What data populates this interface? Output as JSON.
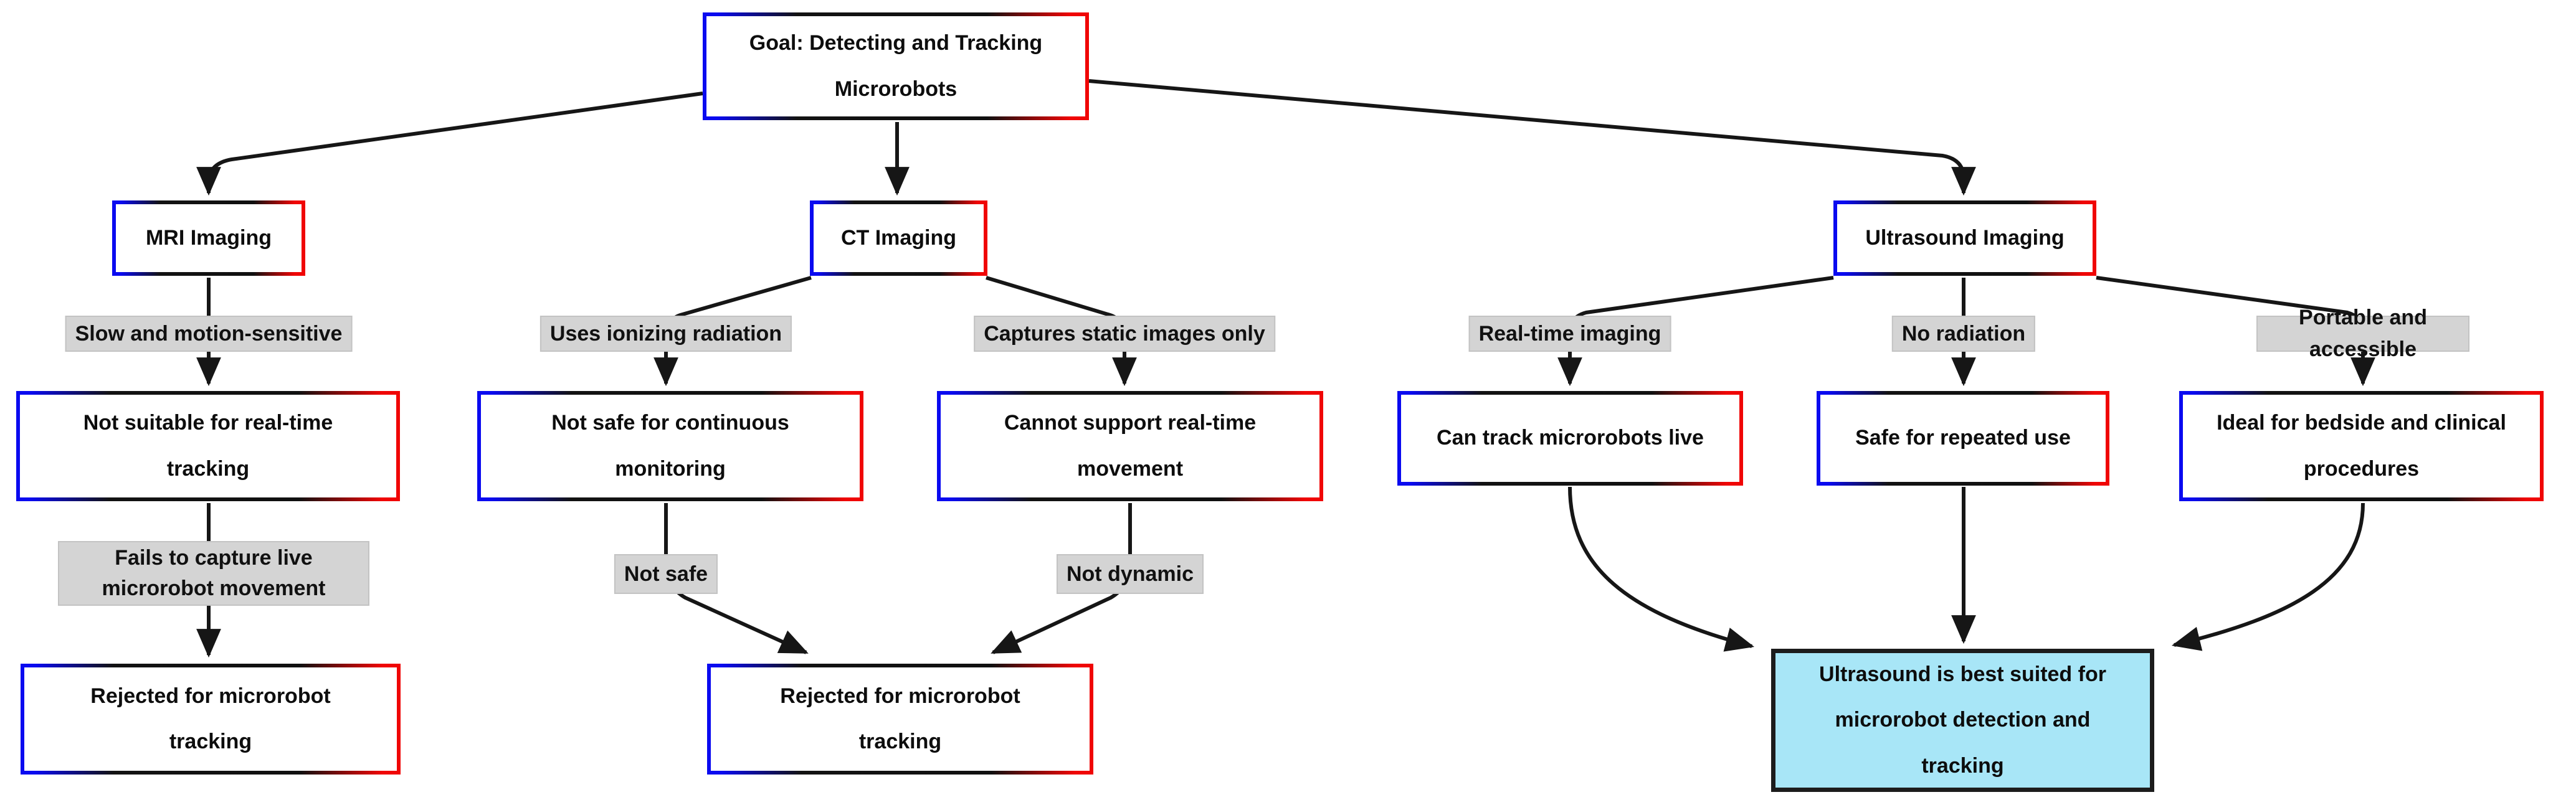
{
  "diagram": {
    "nodes": {
      "goal": {
        "label": "Goal: Detecting and Tracking\nMicrorobots"
      },
      "mri": {
        "label": "MRI Imaging"
      },
      "ct": {
        "label": "CT Imaging"
      },
      "us": {
        "label": "Ultrasound Imaging"
      },
      "mri_c1": {
        "label": "Not suitable for real-time\ntracking"
      },
      "ct_c1": {
        "label": "Not safe for continuous\nmonitoring"
      },
      "ct_c2": {
        "label": "Cannot support real-time\nmovement"
      },
      "us_c1": {
        "label": "Can track microrobots live"
      },
      "us_c2": {
        "label": "Safe for repeated use"
      },
      "us_c3": {
        "label": "Ideal for bedside and clinical\nprocedures"
      },
      "mri_rej": {
        "label": "Rejected for microrobot\ntracking"
      },
      "ct_rej": {
        "label": "Rejected for microrobot\ntracking"
      },
      "final": {
        "label": "Ultrasound is best suited for\nmicrorobot detection and\ntracking"
      }
    },
    "edge_labels": {
      "mri": {
        "label": "Slow and motion-sensitive",
        "edge": "mri to mri_c1"
      },
      "mri2": {
        "label": "Fails to capture live\nmicrorobot movement",
        "edge": "mri_c1 to mri_rej"
      },
      "ct1": {
        "label": "Uses ionizing radiation",
        "edge": "ct to ct_c1"
      },
      "ct2": {
        "label": "Captures static images only",
        "edge": "ct to ct_c2"
      },
      "ct1b": {
        "label": "Not safe",
        "edge": "ct_c1 to ct_rej"
      },
      "ct2b": {
        "label": "Not dynamic",
        "edge": "ct_c2 to ct_rej"
      },
      "us1": {
        "label": "Real-time imaging",
        "edge": "us to us_c1"
      },
      "us2": {
        "label": "No radiation",
        "edge": "us to us_c2"
      },
      "us3": {
        "label": "Portable and accessible",
        "edge": "us to us_c3"
      }
    },
    "edges": [
      {
        "from": "goal",
        "to": "mri"
      },
      {
        "from": "goal",
        "to": "ct"
      },
      {
        "from": "goal",
        "to": "us"
      },
      {
        "from": "mri",
        "to": "mri_c1"
      },
      {
        "from": "mri_c1",
        "to": "mri_rej"
      },
      {
        "from": "ct",
        "to": "ct_c1"
      },
      {
        "from": "ct",
        "to": "ct_c2"
      },
      {
        "from": "ct_c1",
        "to": "ct_rej"
      },
      {
        "from": "ct_c2",
        "to": "ct_rej"
      },
      {
        "from": "us",
        "to": "us_c1"
      },
      {
        "from": "us",
        "to": "us_c2"
      },
      {
        "from": "us",
        "to": "us_c3"
      },
      {
        "from": "us_c1",
        "to": "final"
      },
      {
        "from": "us_c2",
        "to": "final"
      },
      {
        "from": "us_c3",
        "to": "final"
      }
    ],
    "colors": {
      "node_border_blue": "#0a0af0",
      "node_border_red": "#f00505",
      "node_fill": "#ffffff",
      "edge_label_bg": "#d4d4d4",
      "final_node_fill": "#a8e6f7",
      "final_node_border": "#1c1c1c",
      "edge_stroke": "#161616",
      "text": "#0d0d0d"
    }
  }
}
